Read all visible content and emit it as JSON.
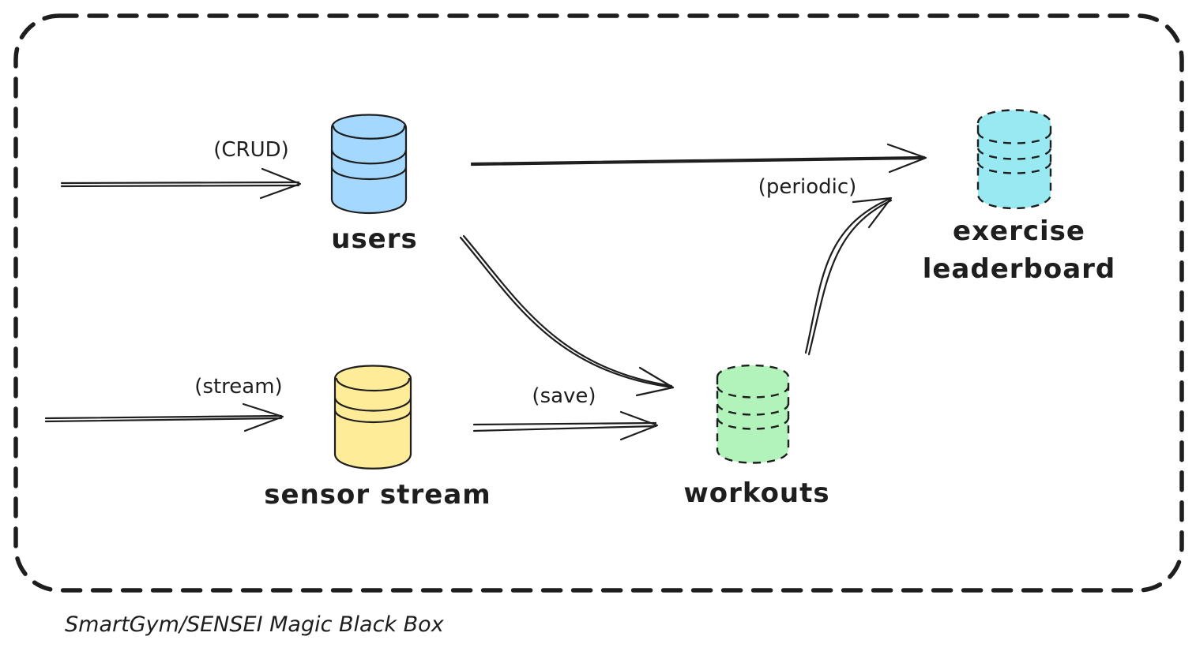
{
  "boundary": {
    "caption": "SmartGym/SENSEI Magic Black Box"
  },
  "nodes": {
    "users": {
      "label": "users",
      "fill": "#a5d8ff"
    },
    "sensor_stream": {
      "label": "sensor stream",
      "fill": "#ffec99"
    },
    "workouts": {
      "label": "workouts",
      "fill": "#b2f2bb"
    },
    "leaderboard": {
      "label_line1": "exercise",
      "label_line2": "leaderboard",
      "fill": "#99e9f2"
    }
  },
  "edges": {
    "crud": "(CRUD)",
    "stream": "(stream)",
    "save": "(save)",
    "periodic": "(periodic)"
  },
  "colors": {
    "stroke": "#1e1e1e",
    "background": "#ffffff"
  }
}
